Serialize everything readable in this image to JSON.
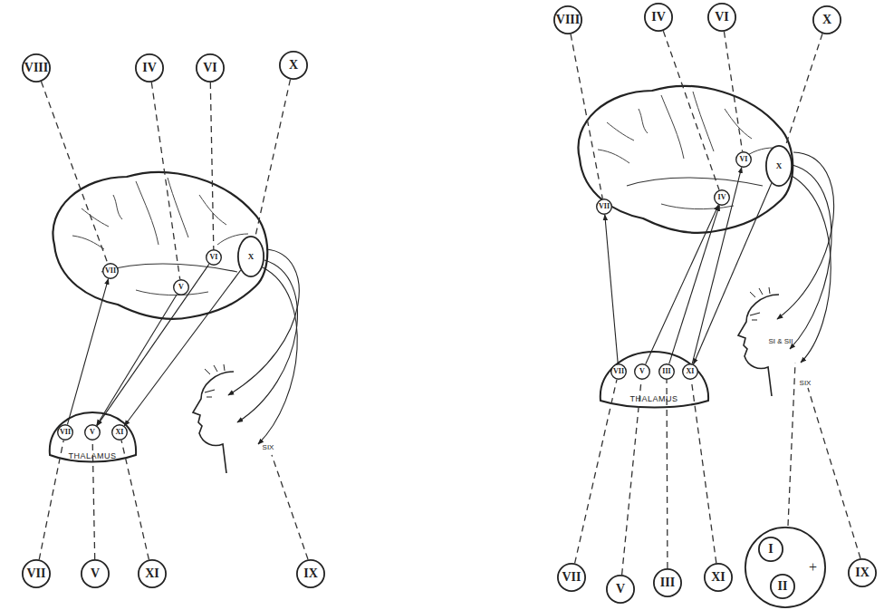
{
  "diagram": {
    "nodes": [
      {
        "text": [
          "VIII"
        ]
      },
      {
        "text": [
          "IV"
        ]
      },
      {
        "text": [
          "VI"
        ]
      },
      {
        "text": [
          "X"
        ]
      },
      {
        "text": [
          "VII"
        ]
      },
      {
        "text": [
          "V"
        ]
      },
      {
        "text": [
          "VI"
        ]
      },
      {
        "text": [
          "X"
        ]
      },
      {
        "text": [
          "THALAMUS"
        ]
      },
      {
        "text": [
          "VII"
        ],
        "in": 8
      },
      {
        "text": [
          "V"
        ],
        "in": 8
      },
      {
        "text": [
          "XI"
        ],
        "in": 8
      },
      {
        "text": [
          "VII"
        ]
      },
      {
        "text": [
          "V"
        ]
      },
      {
        "text": [
          "XI"
        ]
      },
      {
        "text": [
          "IX"
        ]
      },
      {
        "text": [
          "VIII"
        ]
      },
      {
        "text": [
          "IV"
        ]
      },
      {
        "text": [
          "VI"
        ]
      },
      {
        "text": [
          "X"
        ]
      },
      {
        "text": [
          "VII"
        ]
      },
      {
        "text": [
          "IV"
        ]
      },
      {
        "text": [
          "VI"
        ]
      },
      {
        "text": [
          "X"
        ]
      },
      {
        "text": [
          "THALAMUS"
        ]
      },
      {
        "text": [
          "VII"
        ],
        "in": 24
      },
      {
        "text": [
          "V"
        ],
        "in": 24
      },
      {
        "text": [
          "III"
        ],
        "in": 24
      },
      {
        "text": [
          "XI"
        ],
        "in": 24
      },
      {
        "text": [
          "VII"
        ]
      },
      {
        "text": [
          "V"
        ]
      },
      {
        "text": [
          "III"
        ]
      },
      {
        "text": [
          "XI"
        ]
      },
      {
        "text": [
          "+"
        ]
      },
      {
        "text": [
          "I"
        ],
        "in": 33
      },
      {
        "text": [
          "II"
        ],
        "in": 33
      },
      {
        "text": [
          "IX"
        ]
      }
    ],
    "edges": [
      {
        "from": 0,
        "to": 4,
        "arrow": "none"
      },
      {
        "from": 1,
        "to": 5,
        "arrow": "none"
      },
      {
        "from": 2,
        "to": 6,
        "arrow": "none"
      },
      {
        "from": 3,
        "to": 7,
        "arrow": "none"
      },
      {
        "from": 12,
        "to": 9,
        "arrow": "none"
      },
      {
        "from": 13,
        "to": 10,
        "arrow": "none"
      },
      {
        "from": 14,
        "to": 11,
        "arrow": "none"
      },
      {
        "from": 9,
        "to": 4,
        "arrow": "to"
      },
      {
        "from": 5,
        "to": 10,
        "arrow": "to"
      },
      {
        "from": 6,
        "to": 10,
        "arrow": "to"
      },
      {
        "from": 7,
        "to": 11,
        "arrow": "to"
      },
      {
        "from": 16,
        "to": 20,
        "arrow": "none"
      },
      {
        "from": 17,
        "to": 21,
        "arrow": "none"
      },
      {
        "from": 18,
        "to": 22,
        "arrow": "none"
      },
      {
        "from": 19,
        "to": 23,
        "arrow": "none"
      },
      {
        "from": 29,
        "to": 25,
        "arrow": "none"
      },
      {
        "from": 30,
        "to": 26,
        "arrow": "none"
      },
      {
        "from": 31,
        "to": 27,
        "arrow": "none"
      },
      {
        "from": 32,
        "to": 28,
        "arrow": "none"
      },
      {
        "from": 25,
        "to": 20,
        "arrow": "to"
      },
      {
        "from": 26,
        "to": 21,
        "arrow": "to"
      },
      {
        "from": 27,
        "to": 21,
        "arrow": "to"
      },
      {
        "from": 28,
        "to": 22,
        "arrow": "to"
      },
      {
        "from": 23,
        "to": 28,
        "arrow": "to"
      }
    ],
    "labels": [
      "SIX",
      "SI & SII",
      "SIX"
    ]
  }
}
